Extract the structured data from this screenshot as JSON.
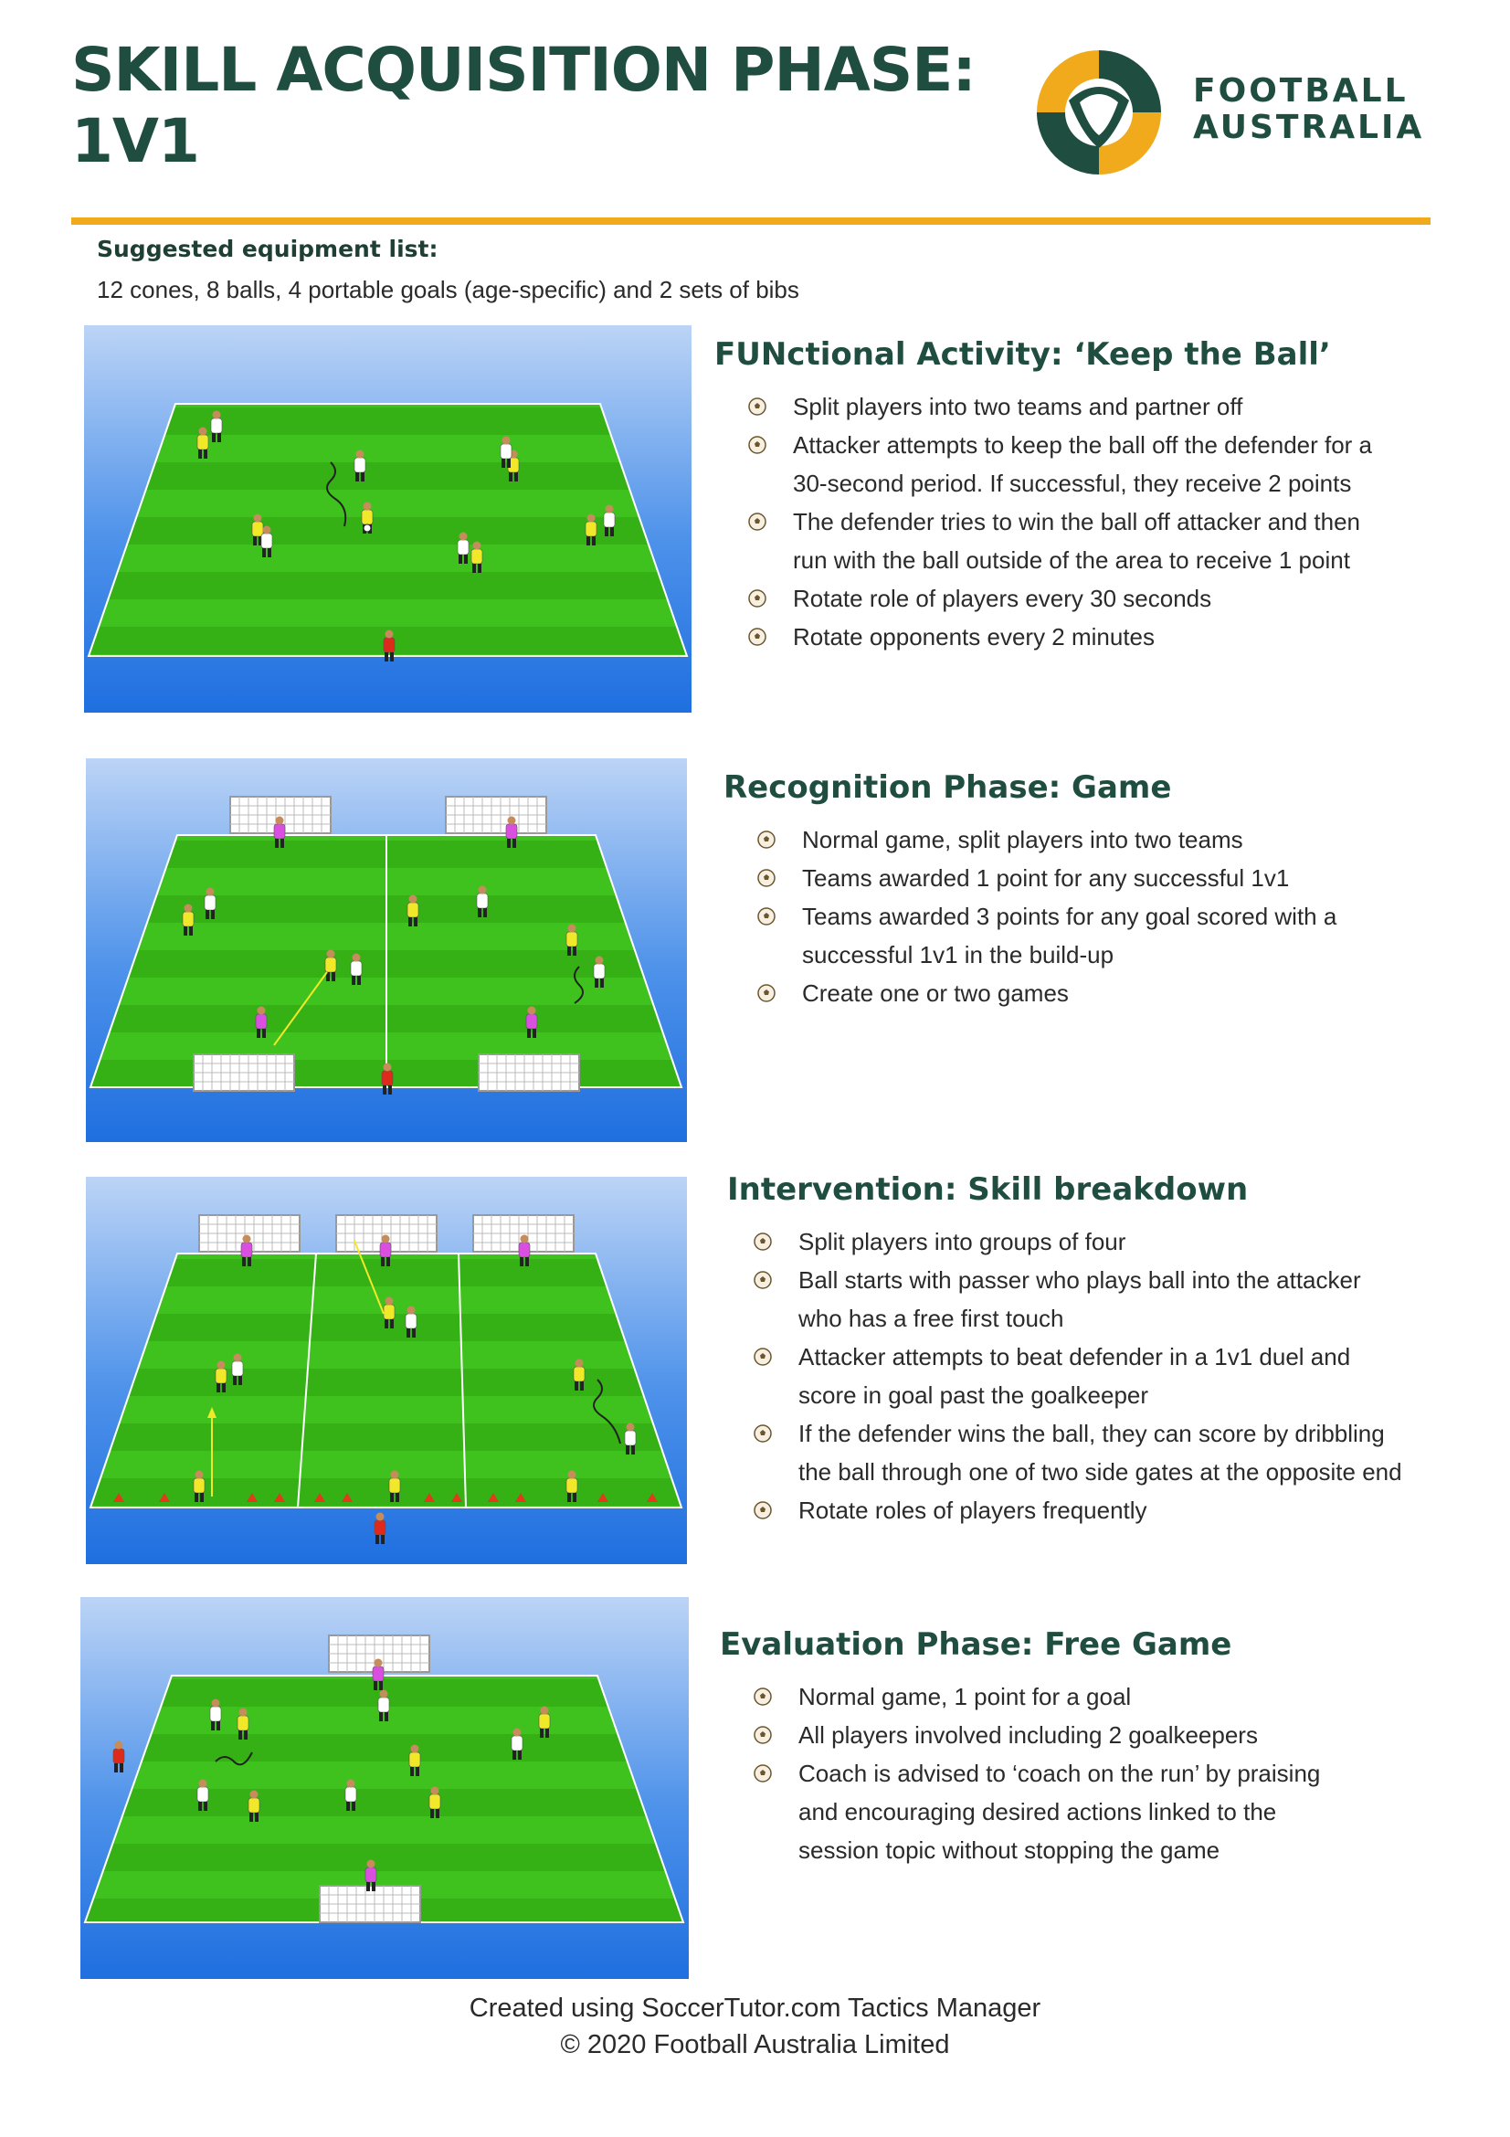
{
  "header": {
    "title_line1": "SKILL ACQUISITION PHASE:",
    "title_line2": "1V1",
    "logo_line1": "FOOTBALL",
    "logo_line2": "AUSTRALIA",
    "logo_colors": {
      "green": "#1f4d3f",
      "gold": "#f0aa1c"
    }
  },
  "equipment": {
    "heading": "Suggested equipment list:",
    "text": "12 cones, 8 balls, 4 portable goals (age-specific) and 2 sets of bibs"
  },
  "sections": [
    {
      "title": "FUNctional Activity: ‘Keep the Ball’",
      "bullets": [
        "Split players into two teams and partner off",
        "Attacker attempts to keep the ball off the defender for a",
        "30-second period. If successful, they receive 2 points",
        "The defender tries to win the ball off attacker and then",
        "run with the ball outside of the area to receive 1 point",
        "Rotate role of players every 30 seconds",
        "Rotate opponents every 2 minutes"
      ]
    },
    {
      "title": "Recognition Phase: Game",
      "bullets": [
        "Normal game, split players into two teams",
        "Teams awarded 1 point for any successful 1v1",
        "Teams awarded 3 points for any goal scored with a",
        "successful 1v1 in the build-up",
        "Create one or two games"
      ]
    },
    {
      "title": "Intervention: Skill breakdown",
      "bullets": [
        "Split players into groups of four",
        "Ball starts with passer who plays ball into the attacker",
        "who has a free first touch",
        "Attacker attempts to beat defender in a 1v1 duel and",
        "score in goal past the goalkeeper",
        "If the defender wins the ball, they can score by dribbling",
        "the ball through one of two side gates at the opposite end",
        "Rotate roles of players frequently"
      ]
    },
    {
      "title": "Evaluation Phase: Free Game",
      "bullets": [
        "Normal game, 1 point for a goal",
        "All players involved including 2 goalkeepers",
        "Coach is advised to ‘coach on the run’ by praising",
        "and encouraging desired actions linked to the",
        "session topic without stopping the game"
      ]
    }
  ],
  "footer": {
    "line1": "Created using SoccerTutor.com Tactics Manager",
    "line2": "© 2020 Football Australia Limited"
  },
  "colors": {
    "heading_green": "#1f4d3f",
    "rule_gold": "#f0aa1c",
    "pitch_green": "#3ec21a",
    "sky_blue": "#2f7de0"
  },
  "icons": {
    "bullet": "soccer-ball-icon"
  }
}
